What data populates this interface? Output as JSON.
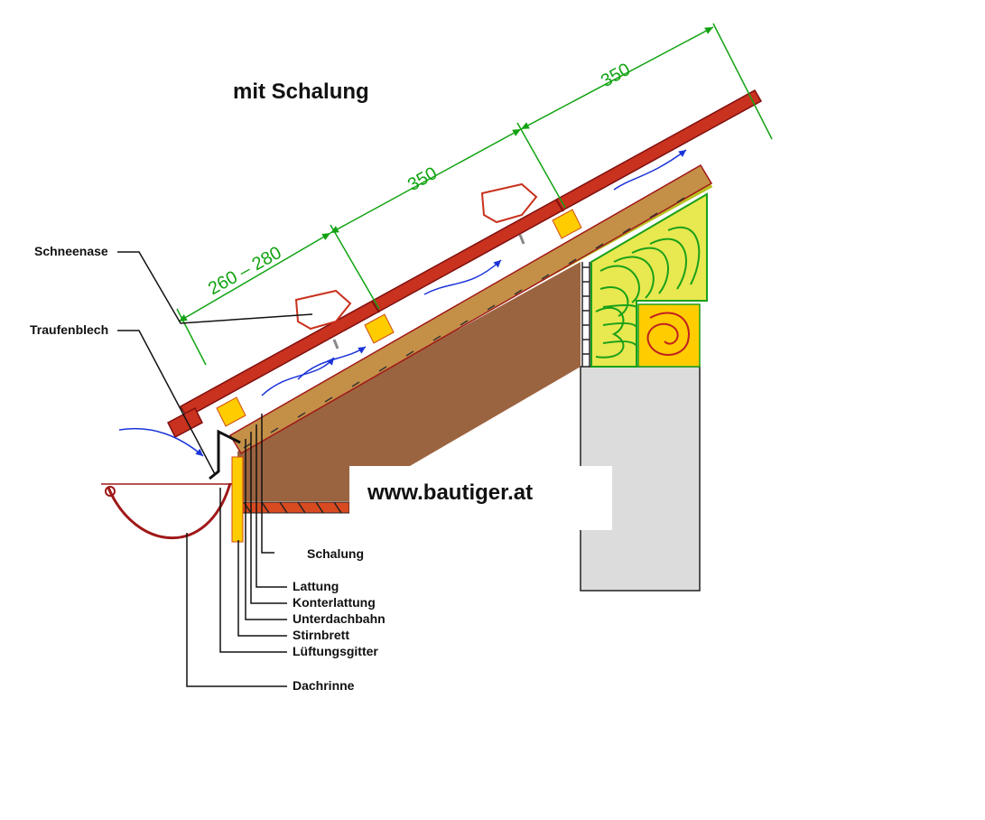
{
  "title": "mit Schalung",
  "website": "www.bautiger.at",
  "dimensions": [
    "260 – 280",
    "350",
    "350"
  ],
  "labels": {
    "schneenase": "Schneenase",
    "traufenblech": "Traufenblech",
    "schalung": "Schalung",
    "lattung": "Lattung",
    "konterlattung": "Konterlattung",
    "unterdachbahn": "Unterdachbahn",
    "stirnbrett": "Stirnbrett",
    "lueftungsgitter": "Lüftungsgitter",
    "dachrinne": "Dachrinne"
  },
  "colors": {
    "tile": "#c8321e",
    "batten": "#d9a035",
    "timber": "#ffcc00",
    "insulation": "#e8e850",
    "insulation_outline": "#1aa01a",
    "underlay": "#b8c020",
    "board": "#c49048",
    "rafter": "#9b6440",
    "wall": "#dcdcdc",
    "dimension": "#11a311",
    "airflow": "#1a33d9",
    "gutter": "#a01818"
  }
}
